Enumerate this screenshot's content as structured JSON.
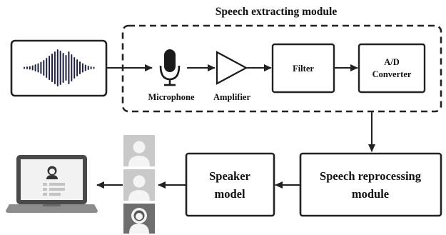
{
  "title": "Speech extracting module",
  "labels": {
    "microphone": "Microphone",
    "amplifier": "Amplifier"
  },
  "boxes": {
    "filter": "Filter",
    "adc_line1": "A/D",
    "adc_line2": "Converter",
    "reprocessing_line1": "Speech reprocessing",
    "reprocessing_line2": "module",
    "speaker_line1": "Speaker",
    "speaker_line2": "model"
  },
  "icons": {
    "waveform": "sound-waveform-icon",
    "microphone": "microphone-icon",
    "amplifier": "amplifier-triangle-icon",
    "user_gray_1": "user-silhouette-icon",
    "user_gray_2": "user-silhouette-icon",
    "user_dark": "user-avatar-icon",
    "laptop": "laptop-profile-icon"
  },
  "colors": {
    "stroke": "#222222",
    "avatar_bg_light": "#c9c9c9",
    "avatar_bg_dark": "#6e6e6e",
    "avatar_figure": "#f4f4f4"
  }
}
